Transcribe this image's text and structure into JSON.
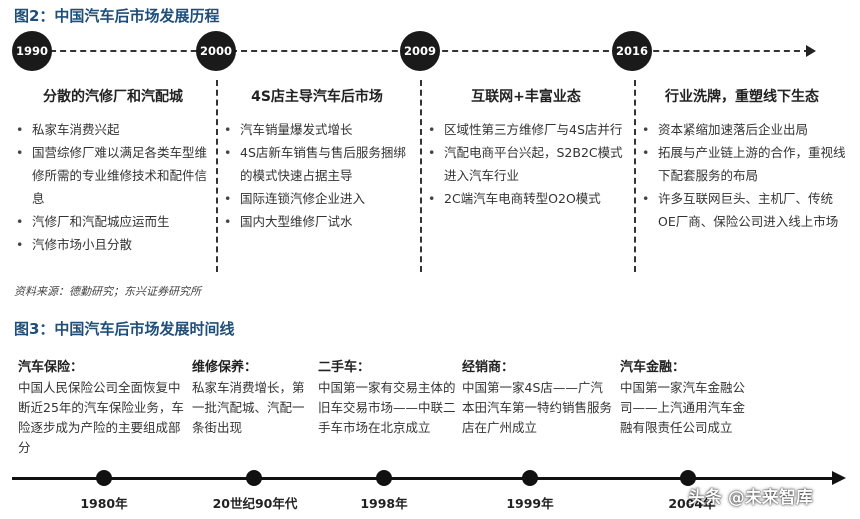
{
  "figure2": {
    "title": "图2：中国汽车后市场发展历程",
    "years": [
      "1990",
      "2000",
      "2009",
      "2016"
    ],
    "eras": [
      {
        "heading": "分散的汽修厂和汽配城",
        "items": [
          "私家车消费兴起",
          "国营综修厂难以满足各类车型维修所需的专业维修技术和配件信息",
          "汽修厂和汽配城应运而生",
          "汽修市场小且分散"
        ]
      },
      {
        "heading": "4S店主导汽车后市场",
        "items": [
          "汽车销量爆发式增长",
          "4S店新车销售与售后服务捆绑的模式快速占据主导",
          "国际连锁汽修企业进入",
          "国内大型维修厂试水"
        ]
      },
      {
        "heading": "互联网+丰富业态",
        "items": [
          "区域性第三方维修厂与4S店并行",
          "汽配电商平台兴起，S2B2C模式进入汽车行业",
          "2C端汽车电商转型O2O模式"
        ]
      },
      {
        "heading": "行业洗牌，重塑线下生态",
        "items": [
          "资本紧缩加速落后企业出局",
          "拓展与产业链上游的合作，重视线下配套服务的布局",
          "许多互联网巨头、主机厂、传统OE厂商、保险公司进入线上市场"
        ]
      }
    ],
    "source": "资料来源：德勤研究；东兴证券研究所"
  },
  "figure3": {
    "title": "图3：中国汽车后市场发展时间线",
    "events": [
      {
        "heading": "汽车保险：",
        "text": "中国人民保险公司全面恢复中断近25年的汽车保险业务，车险逐步成为产险的主要组成部分"
      },
      {
        "heading": "维修保养：",
        "text": "私家车消费增长，第一批汽配城、汽配一条街出现"
      },
      {
        "heading": "二手车：",
        "text": "中国第一家有交易主体的旧车交易市场——中联二手车市场在北京成立"
      },
      {
        "heading": "经销商：",
        "text": "中国第一家4S店——广汽本田汽车第一特约销售服务店在广州成立"
      },
      {
        "heading": "汽车金融：",
        "text": "中国第一家汽车金融公司——上汽通用汽车金融有限责任公司成立"
      }
    ],
    "years": [
      "1980年",
      "20世纪90年代",
      "1998年",
      "1999年",
      "2004年"
    ]
  },
  "watermark": "头条 @未来智库"
}
